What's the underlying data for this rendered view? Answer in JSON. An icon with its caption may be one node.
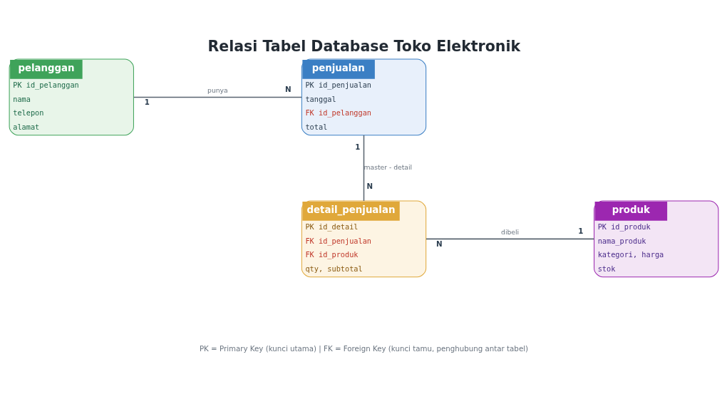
{
  "diagram": {
    "title": "Relasi Tabel Database Toko Elektronik",
    "caption": "PK = Primary Key (kunci utama) | FK = Foreign Key (kunci tamu, penghubung antar tabel)",
    "nodes": [
      {
        "text": [
          "pelanggan",
          "PK id_pelanggan",
          "nama",
          "telepon",
          "alamat"
        ]
      },
      {
        "text": [
          "penjualan",
          "PK id_penjualan",
          "tanggal",
          "FK id_pelanggan",
          "total"
        ]
      },
      {
        "text": [
          "detail_penjualan",
          "PK id_detail",
          "FK id_penjualan",
          "FK id_produk",
          "qty, subtotal"
        ]
      },
      {
        "text": [
          "produk",
          "PK id_produk",
          "nama_produk",
          "kategori, harga",
          "stok"
        ]
      }
    ],
    "edges": [
      {
        "from": 0,
        "to": 1,
        "arrow": "none",
        "label": "punya"
      },
      {
        "from": 1,
        "to": 2,
        "arrow": "none",
        "label": "master - detail"
      },
      {
        "from": 2,
        "to": 3,
        "arrow": "none",
        "label": "dibeli"
      }
    ],
    "labels": [
      "1",
      "N",
      "1",
      "N",
      "N",
      "1"
    ]
  }
}
